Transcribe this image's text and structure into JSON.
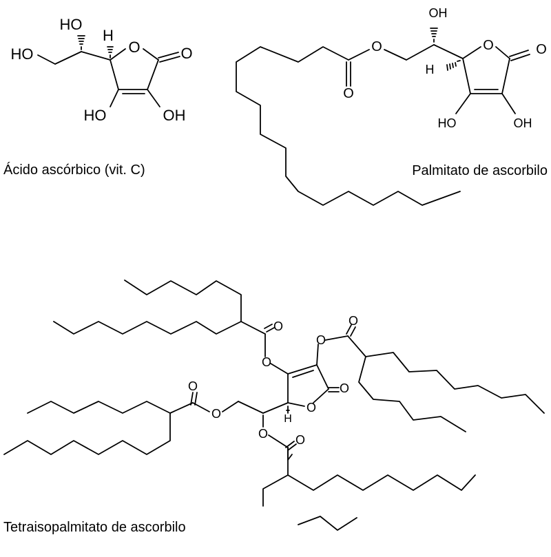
{
  "captions": {
    "ascorbic": "Ácido ascórbico (vit. C)",
    "palmitate": "Palmitato de ascorbilo",
    "tetra": "Tetraisopalmitato de ascorbilo"
  },
  "atoms": {
    "oh": "OH",
    "ho": "HO",
    "o": "O",
    "h": "H"
  }
}
